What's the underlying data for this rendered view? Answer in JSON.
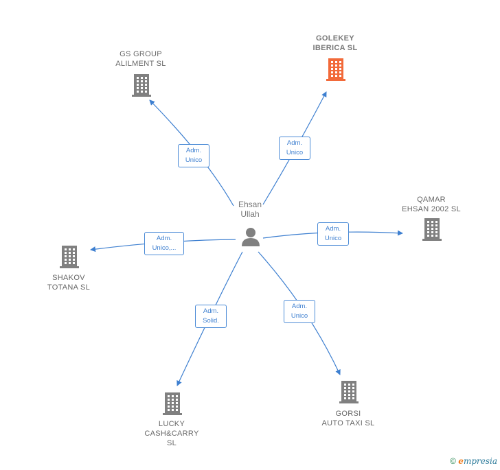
{
  "center": {
    "label": "Ehsan\nUllah",
    "icon": "person-icon"
  },
  "companies": [
    {
      "id": "gs-group",
      "label": "GS GROUP\nALILMENT  SL",
      "icon": "building-icon",
      "highlight": false
    },
    {
      "id": "golekey",
      "label": "GOLEKEY\nIBERICA  SL",
      "icon": "building-icon",
      "highlight": true
    },
    {
      "id": "qamar",
      "label": "QAMAR\nEHSAN 2002 SL",
      "icon": "building-icon",
      "highlight": false
    },
    {
      "id": "shakov",
      "label": "SHAKOV\nTOTANA  SL",
      "icon": "building-icon",
      "highlight": false
    },
    {
      "id": "lucky",
      "label": "LUCKY\nCASH&CARRY\nSL",
      "icon": "building-icon",
      "highlight": false
    },
    {
      "id": "gorsi",
      "label": "GORSI\nAUTO TAXI  SL",
      "icon": "building-icon",
      "highlight": false
    }
  ],
  "roles": [
    {
      "id": "gs-group",
      "label": "Adm.\nUnico"
    },
    {
      "id": "golekey",
      "label": "Adm.\nUnico"
    },
    {
      "id": "qamar",
      "label": "Adm.\nUnico"
    },
    {
      "id": "shakov",
      "label": "Adm.\nUnico,..."
    },
    {
      "id": "lucky",
      "label": "Adm.\nSolid."
    },
    {
      "id": "gorsi",
      "label": "Adm.\nUnico"
    }
  ],
  "colors": {
    "edge": "#3d7fd0",
    "building": "#808080",
    "highlight_building": "#f26a3a"
  },
  "footer": {
    "copyright": "©",
    "brand_initial": "e",
    "brand_rest": "mpresia"
  }
}
